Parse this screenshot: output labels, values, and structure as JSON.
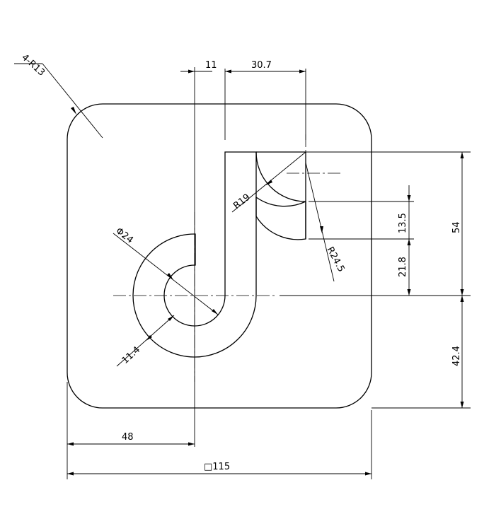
{
  "drawing": {
    "dimensions": {
      "corner_radius": "4-R13",
      "slot_width": "11",
      "top_offset": "30.7",
      "radius_small": "R19",
      "radius_large": "R24.5",
      "hole_diameter": "Φ24",
      "ring_width": "11.4",
      "step_upper": "13.5",
      "step_lower": "21.8",
      "height_upper": "54",
      "height_lower": "42.4",
      "left_offset": "48",
      "overall_size": "□115"
    }
  }
}
